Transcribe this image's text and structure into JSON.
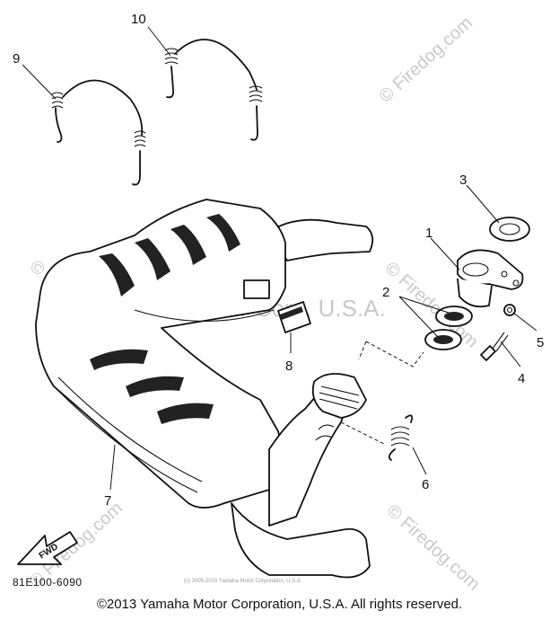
{
  "watermarks": {
    "brand": "© Firedog.com",
    "company": "Yamaha Motor Corp, U.S.A."
  },
  "callouts": {
    "c1": "1",
    "c2": "2",
    "c3": "3",
    "c4": "4",
    "c5": "5",
    "c6": "6",
    "c7": "7",
    "c8": "8",
    "c9": "9",
    "c10": "10"
  },
  "fwd_label": "FWD",
  "diagram_code": "81E100-6090",
  "small_notice": "(c) 2005-2015 Yamaha Motor Corporation, U.S.A.",
  "copyright": "©2013 Yamaha Motor Corporation, U.S.A. All rights reserved."
}
